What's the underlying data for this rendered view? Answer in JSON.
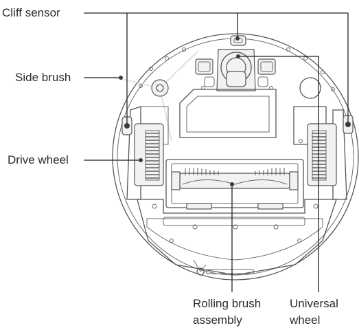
{
  "labels": {
    "cliff_sensor": "Cliff sensor",
    "side_brush": "Side brush",
    "drive_wheel": "Drive wheel",
    "rolling_brush_line1": "Rolling brush",
    "rolling_brush_line2": "assembly",
    "universal_wheel_line1": "Universal",
    "universal_wheel_line2": "wheel"
  },
  "colors": {
    "line": "#555555",
    "leader": "#222222",
    "text": "#2b2b2b"
  }
}
